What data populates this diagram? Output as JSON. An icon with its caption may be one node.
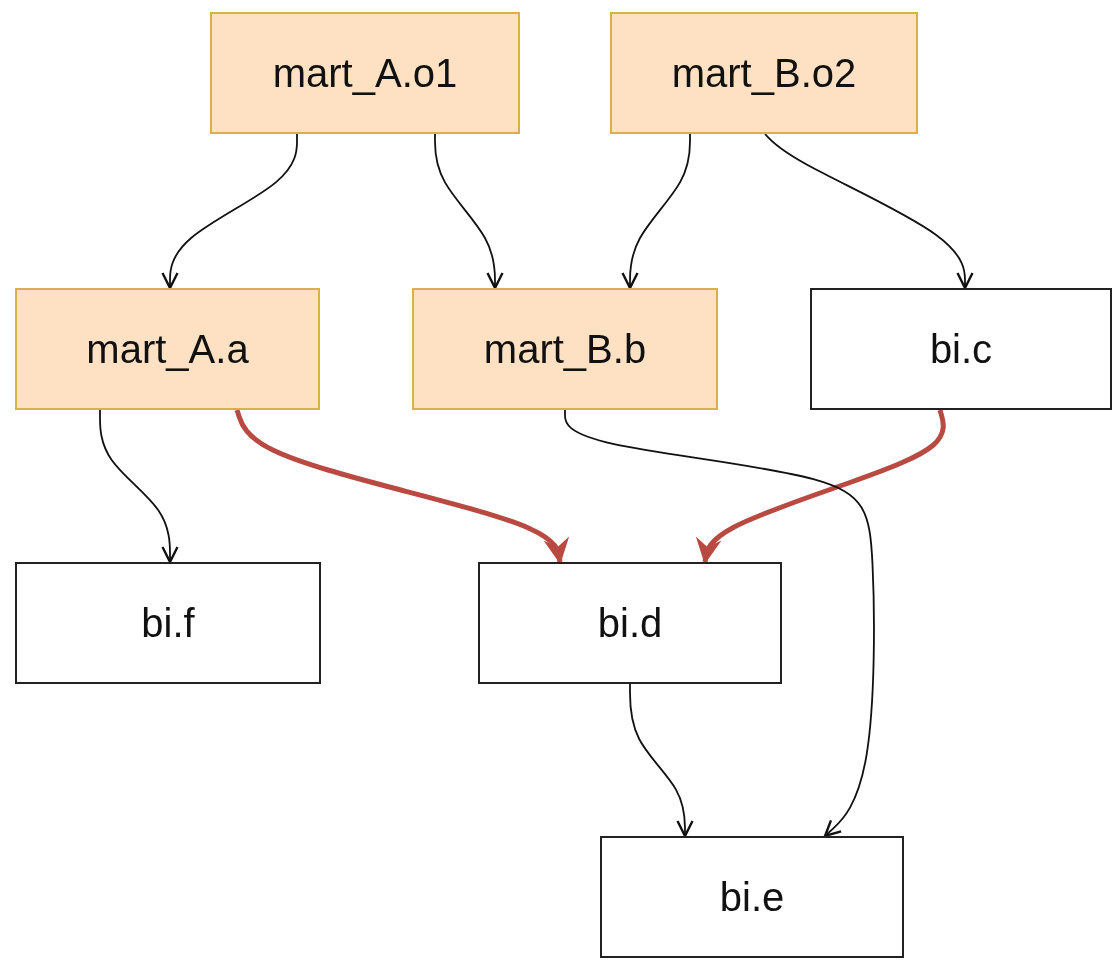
{
  "diagram": {
    "nodes": [
      {
        "text": [
          "mart_A.o1"
        ]
      },
      {
        "text": [
          "mart_B.o2"
        ]
      },
      {
        "text": [
          "mart_A.a"
        ]
      },
      {
        "text": [
          "mart_B.b"
        ]
      },
      {
        "text": [
          "bi.c"
        ]
      },
      {
        "text": [
          "bi.f"
        ]
      },
      {
        "text": [
          "bi.d"
        ]
      },
      {
        "text": [
          "bi.e"
        ]
      }
    ],
    "edges": [
      {
        "from": 0,
        "to": 2,
        "arrow": "to"
      },
      {
        "from": 0,
        "to": 3,
        "arrow": "to"
      },
      {
        "from": 1,
        "to": 3,
        "arrow": "to"
      },
      {
        "from": 1,
        "to": 4,
        "arrow": "to"
      },
      {
        "from": 2,
        "to": 5,
        "arrow": "to"
      },
      {
        "from": 2,
        "to": 6,
        "arrow": "to",
        "style": "thick",
        "color": "#b84a42"
      },
      {
        "from": 4,
        "to": 6,
        "arrow": "to",
        "style": "thick",
        "color": "#b84a42"
      },
      {
        "from": 3,
        "to": 7,
        "arrow": "to"
      },
      {
        "from": 6,
        "to": 7,
        "arrow": "to"
      }
    ]
  }
}
